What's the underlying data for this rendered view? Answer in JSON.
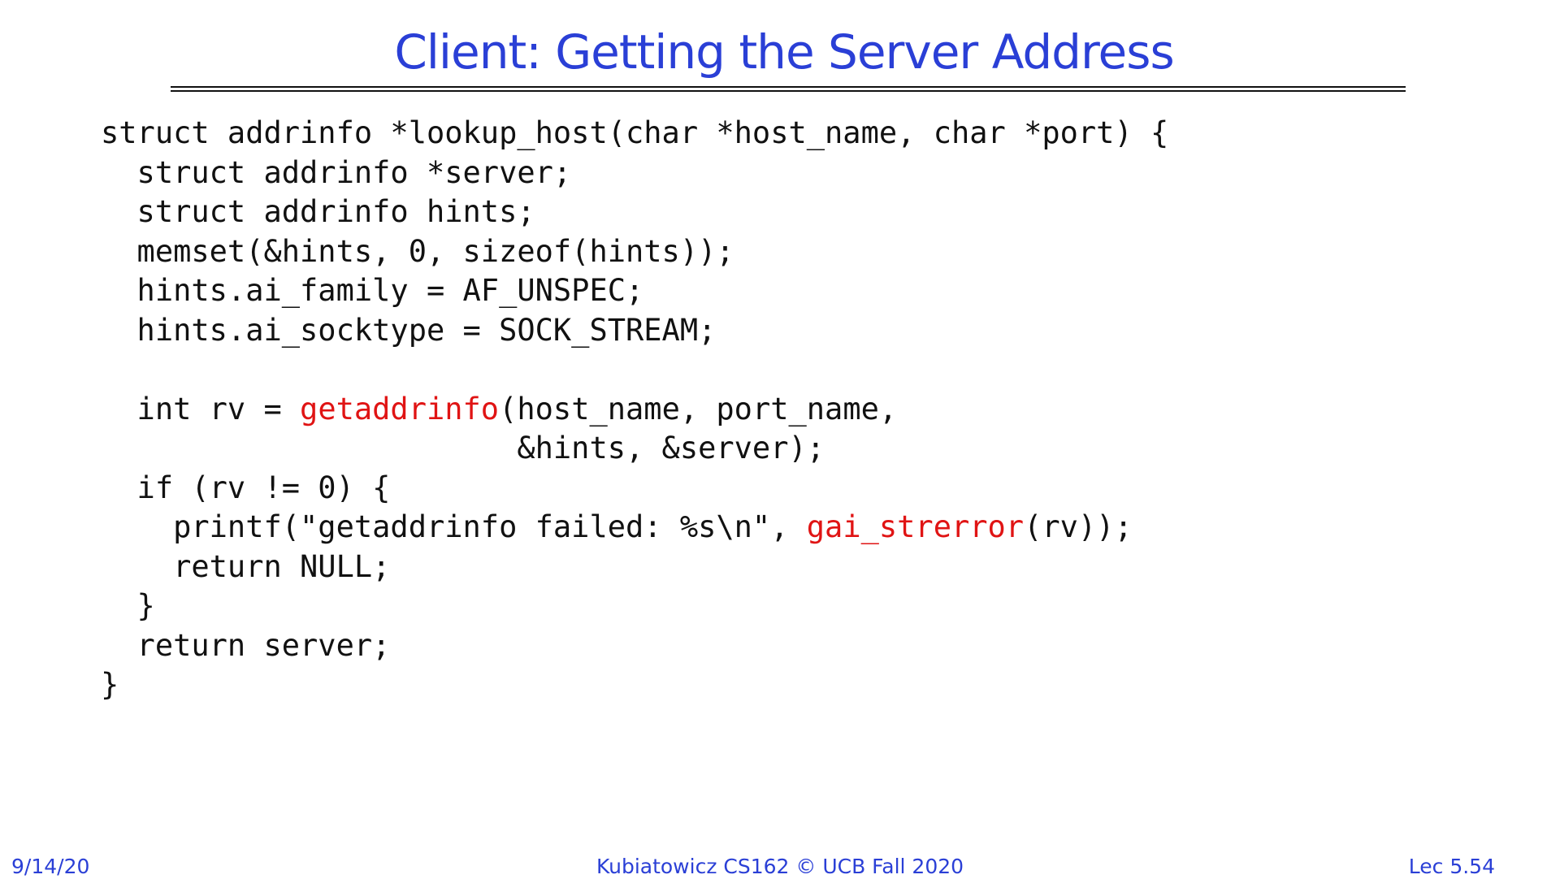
{
  "slide": {
    "title": "Client: Getting the Server Address"
  },
  "code": {
    "line1": "struct addrinfo *lookup_host(char *host_name, char *port) {",
    "line2": "  struct addrinfo *server;",
    "line3": "  struct addrinfo hints;",
    "line4": "  memset(&hints, 0, sizeof(hints));",
    "line5": "  hints.ai_family = AF_UNSPEC;",
    "line6": "  hints.ai_socktype = SOCK_STREAM;",
    "line8_pre": "  int rv = ",
    "line8_fn": "getaddrinfo",
    "line8_post": "(host_name, port_name,",
    "line9": "                       &hints, &server);",
    "line10": "  if (rv != 0) {",
    "line11_pre": "    printf(\"getaddrinfo failed: %s\\n\", ",
    "line11_fn": "gai_strerror",
    "line11_post": "(rv));",
    "line12": "    return NULL;",
    "line13": "  }",
    "line14": "  return server;",
    "line15": "}"
  },
  "footer": {
    "date": "9/14/20",
    "center": "Kubiatowicz CS162 © UCB Fall 2020",
    "lecture": "Lec 5.54"
  },
  "colors": {
    "title": "#2a3fd6",
    "highlight_function": "#e01414",
    "code_text": "#111111"
  }
}
